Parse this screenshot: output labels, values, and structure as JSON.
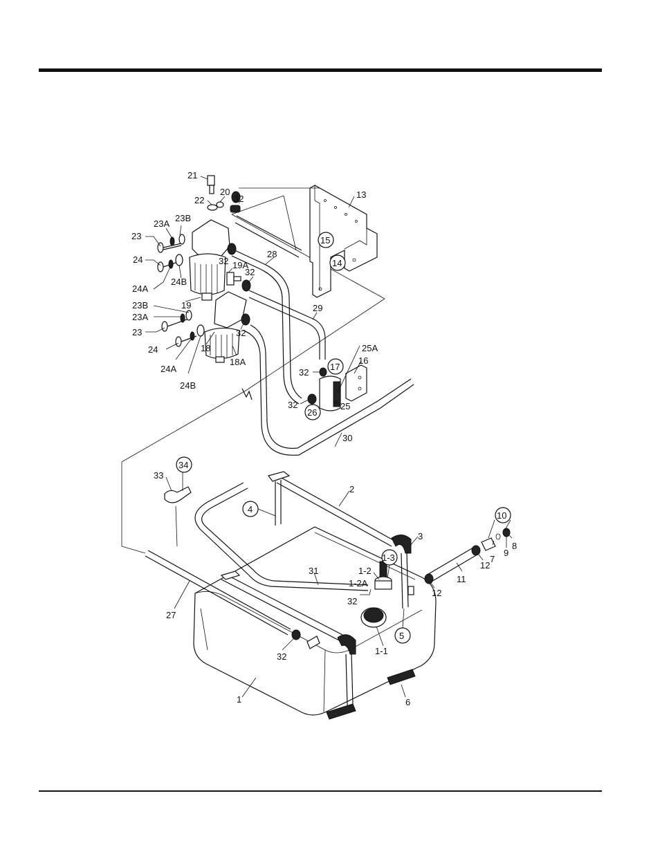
{
  "labels": {
    "l21": "21",
    "l20": "20",
    "l22": "22",
    "l32a": "32",
    "l13": "13",
    "l23B_1": "23B",
    "l23A_1": "23A",
    "l23_1": "23",
    "l15": "15",
    "l14": "14",
    "l28": "28",
    "l32b": "32",
    "l19A": "19A",
    "l24_1": "24",
    "l32c": "32",
    "l24A_1": "24A",
    "l24B_1": "24B",
    "l23B_2": "23B",
    "l19": "19",
    "l29": "29",
    "l23A_2": "23A",
    "l23_2": "23",
    "l32d": "32",
    "l25A": "25A",
    "l24_2": "24",
    "l18": "18",
    "l18A": "18A",
    "l17": "17",
    "l16": "16",
    "l24A_2": "24A",
    "l32e": "32",
    "l24B_2": "24B",
    "l32f": "32",
    "l25": "25",
    "l26": "26",
    "l30": "30",
    "l34": "34",
    "l33": "33",
    "l2": "2",
    "l4": "4",
    "l10": "10",
    "l3": "3",
    "l1_3": "1-3",
    "l9": "9",
    "l8": "8",
    "l7": "7",
    "l12a": "12",
    "l11": "11",
    "l12b": "12",
    "l31": "31",
    "l1_2": "1-2",
    "l1_2A": "1-2A",
    "l27": "27",
    "l32g": "32",
    "l5": "5",
    "l32h": "32",
    "l1_1": "1-1",
    "l1": "1",
    "l6": "6"
  }
}
